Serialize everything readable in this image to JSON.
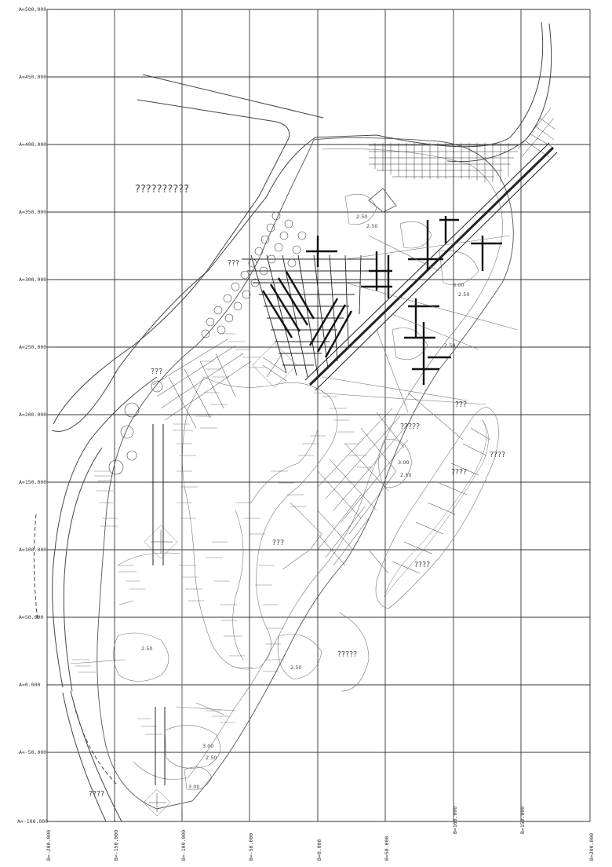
{
  "plan": {
    "grid_rows": [
      {
        "label": "A=500.000"
      },
      {
        "label": "A=450.000"
      },
      {
        "label": "A=400.000"
      },
      {
        "label": "A=350.000"
      },
      {
        "label": "A=300.000"
      },
      {
        "label": "A=250.000"
      },
      {
        "label": "A=200.000"
      },
      {
        "label": "A=150.000"
      },
      {
        "label": "A=100.000"
      },
      {
        "label": "A=50.000"
      },
      {
        "label": "A=0.000"
      },
      {
        "label": "A=-50.000"
      },
      {
        "label": "A=-100.000"
      }
    ],
    "grid_cols": [
      {
        "label": "B=-200.000"
      },
      {
        "label": "B=-150.000"
      },
      {
        "label": "B=-100.000"
      },
      {
        "label": "B=-50.000"
      },
      {
        "label": "B=0.000"
      },
      {
        "label": "B=50.000"
      },
      {
        "label": "B=100.000"
      },
      {
        "label": "B=150.000"
      },
      {
        "label": "B=200.000"
      }
    ],
    "area_labels": [
      {
        "text": "??????????"
      },
      {
        "text": "?????"
      },
      {
        "text": "????"
      },
      {
        "text": "????"
      },
      {
        "text": "????"
      },
      {
        "text": "?????"
      },
      {
        "text": "????"
      },
      {
        "text": "???"
      },
      {
        "text": "???"
      },
      {
        "text": "???"
      },
      {
        "text": "???"
      }
    ],
    "elevation_labels": [
      {
        "text": "2.50"
      },
      {
        "text": "2.50"
      },
      {
        "text": "3.00"
      },
      {
        "text": "2.50"
      },
      {
        "text": "2.50"
      },
      {
        "text": "3.00"
      },
      {
        "text": "2.50"
      },
      {
        "text": "3.00"
      },
      {
        "text": "2.50"
      },
      {
        "text": "2.50"
      },
      {
        "text": "3.00"
      },
      {
        "text": "2.50"
      }
    ]
  }
}
